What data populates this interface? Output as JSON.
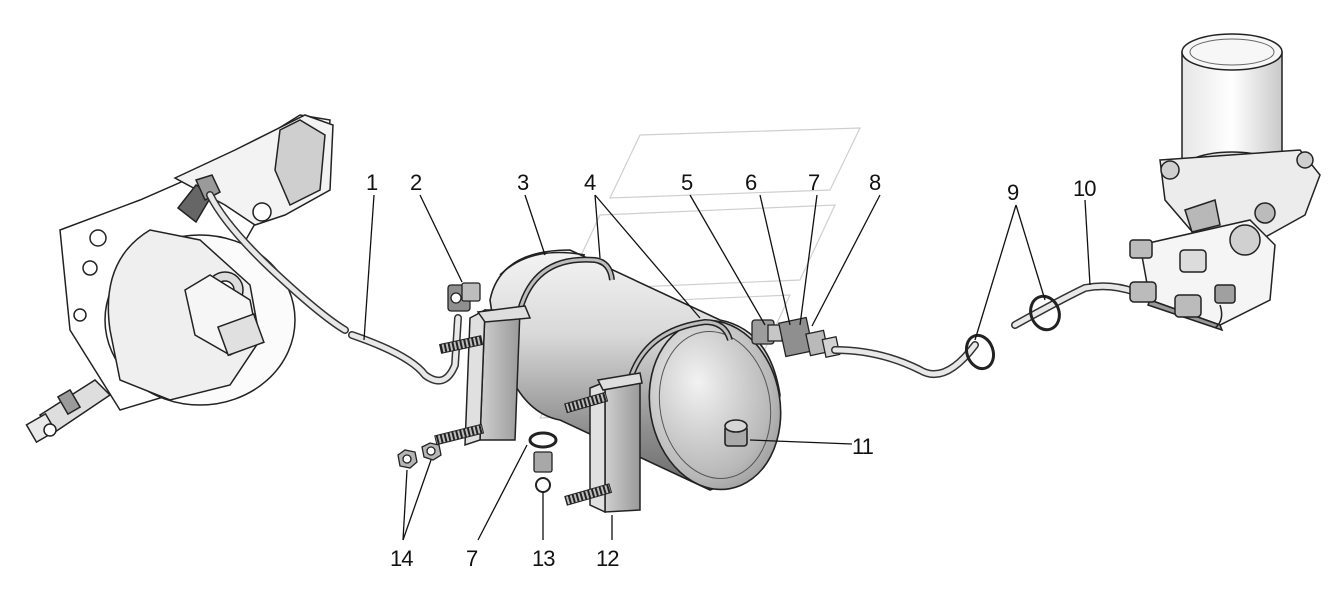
{
  "callouts": {
    "c1": "1",
    "c2": "2",
    "c3": "3",
    "c4": "4",
    "c5": "5",
    "c6": "6",
    "c7a": "7",
    "c8": "8",
    "c9": "9",
    "c10": "10",
    "c11": "11",
    "c12": "12",
    "c13": "13",
    "c14": "14",
    "c7b": "7"
  }
}
